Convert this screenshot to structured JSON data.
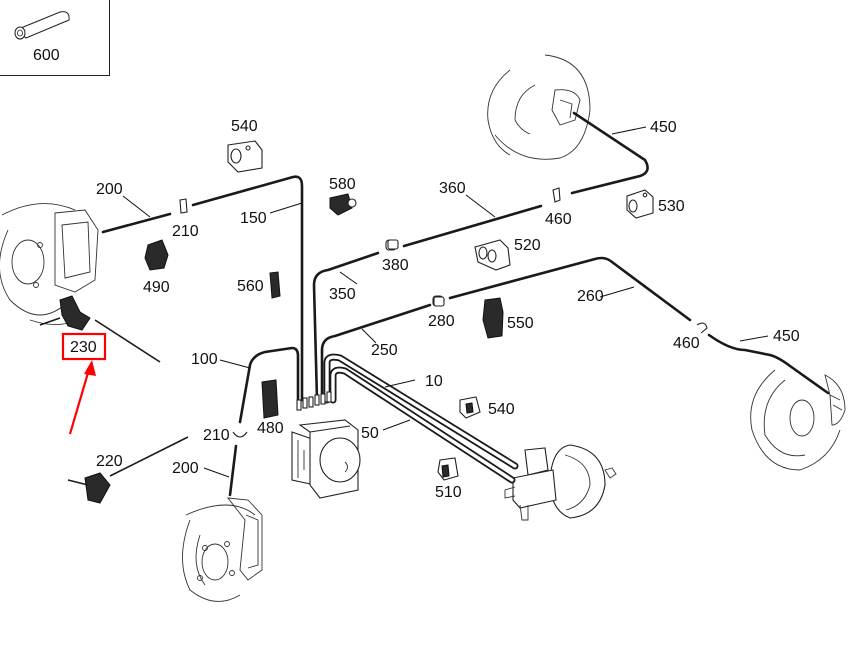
{
  "diagram": {
    "title": "Brake lines parts diagram",
    "highlight_color": "#ff0000",
    "line_color": "#1a1a1a",
    "inset": {
      "part_number": "600",
      "icon": "sleeve-tube-icon"
    },
    "highlighted_part": "230",
    "callouts": [
      {
        "id": "c540a",
        "label": "540"
      },
      {
        "id": "c200a",
        "label": "200"
      },
      {
        "id": "c210a",
        "label": "210"
      },
      {
        "id": "c150",
        "label": "150"
      },
      {
        "id": "c580",
        "label": "580"
      },
      {
        "id": "c490",
        "label": "490"
      },
      {
        "id": "c560",
        "label": "560"
      },
      {
        "id": "c230",
        "label": "230"
      },
      {
        "id": "c450a",
        "label": "450"
      },
      {
        "id": "c360",
        "label": "360"
      },
      {
        "id": "c460a",
        "label": "460"
      },
      {
        "id": "c530",
        "label": "530"
      },
      {
        "id": "c520",
        "label": "520"
      },
      {
        "id": "c380",
        "label": "380"
      },
      {
        "id": "c350",
        "label": "350"
      },
      {
        "id": "c260",
        "label": "260"
      },
      {
        "id": "c280",
        "label": "280"
      },
      {
        "id": "c550",
        "label": "550"
      },
      {
        "id": "c250",
        "label": "250"
      },
      {
        "id": "c460b",
        "label": "460"
      },
      {
        "id": "c450b",
        "label": "450"
      },
      {
        "id": "c100",
        "label": "100"
      },
      {
        "id": "c10",
        "label": "10"
      },
      {
        "id": "c540b",
        "label": "540"
      },
      {
        "id": "c480",
        "label": "480"
      },
      {
        "id": "c210b",
        "label": "210"
      },
      {
        "id": "c50",
        "label": "50"
      },
      {
        "id": "c220",
        "label": "220"
      },
      {
        "id": "c200b",
        "label": "200"
      },
      {
        "id": "c510",
        "label": "510"
      }
    ]
  }
}
